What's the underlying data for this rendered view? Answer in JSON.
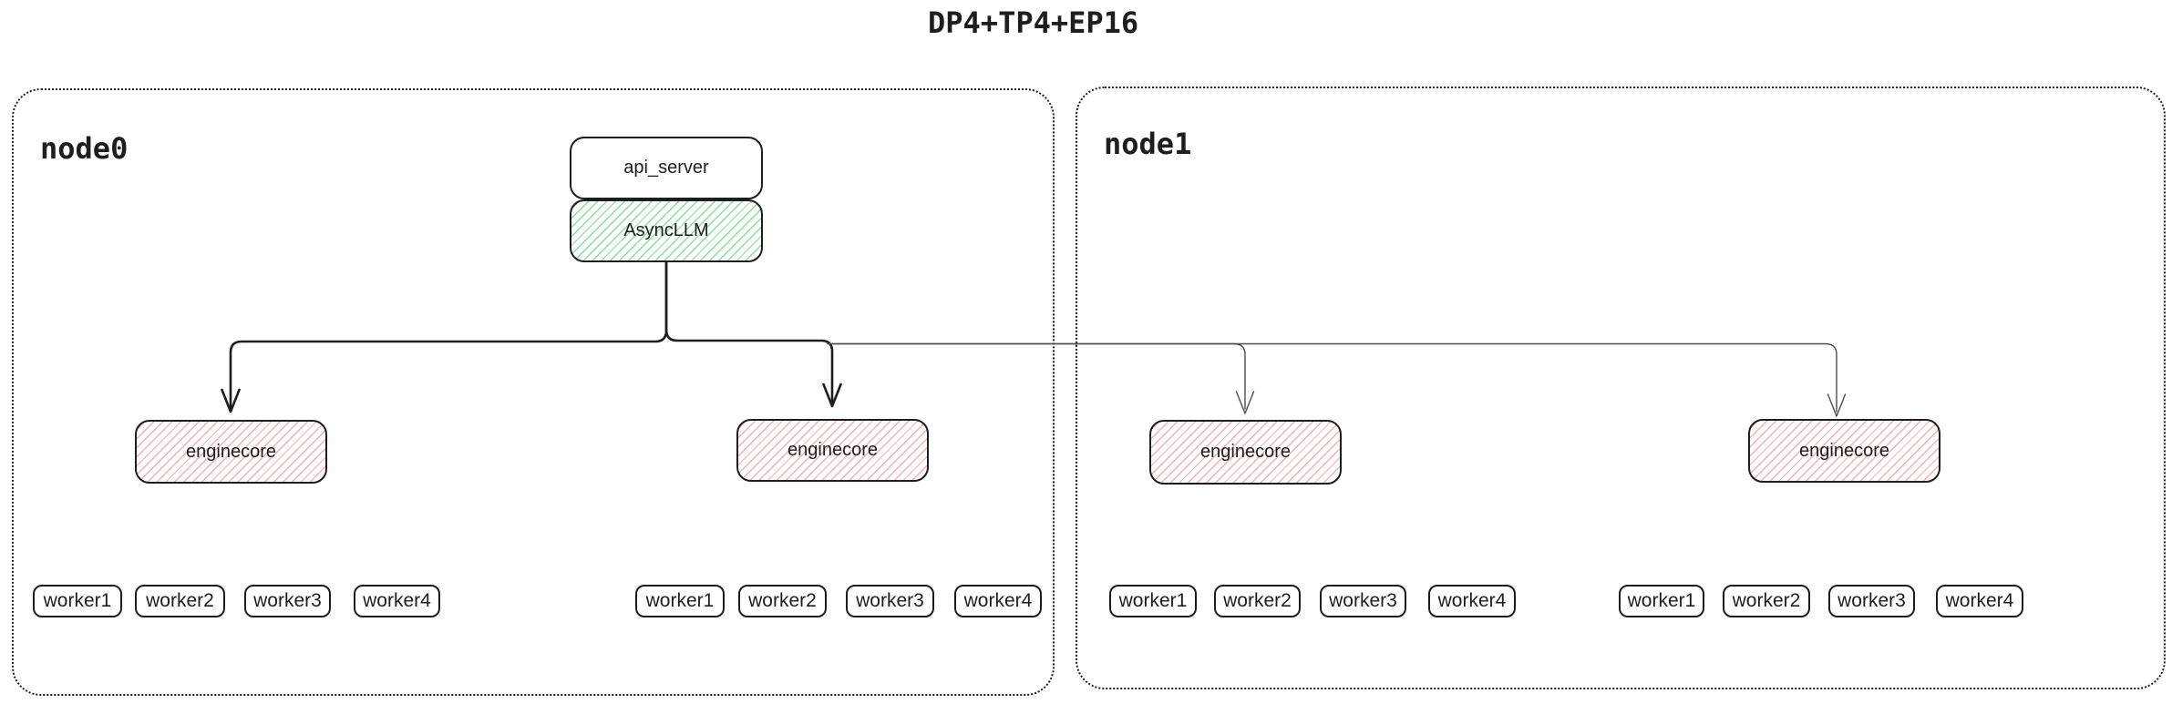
{
  "title": "DP4+TP4+EP16",
  "colors": {
    "ink": "#1e1e1e",
    "green_hatch": "#86e29b",
    "red_hatch": "#f6b1af",
    "thin_connector": "#4d4d4d"
  },
  "api_server": {
    "label": "api_server"
  },
  "async_llm": {
    "label": "AsyncLLM"
  },
  "nodes": [
    {
      "label": "node0",
      "enginecores": [
        {
          "label": "enginecore",
          "workers": [
            "worker1",
            "worker2",
            "worker3",
            "worker4"
          ]
        },
        {
          "label": "enginecore",
          "workers": [
            "worker1",
            "worker2",
            "worker3",
            "worker4"
          ]
        }
      ]
    },
    {
      "label": "node1",
      "enginecores": [
        {
          "label": "enginecore",
          "workers": [
            "worker1",
            "worker2",
            "worker3",
            "worker4"
          ]
        },
        {
          "label": "enginecore",
          "workers": [
            "worker1",
            "worker2",
            "worker3",
            "worker4"
          ]
        }
      ]
    }
  ]
}
